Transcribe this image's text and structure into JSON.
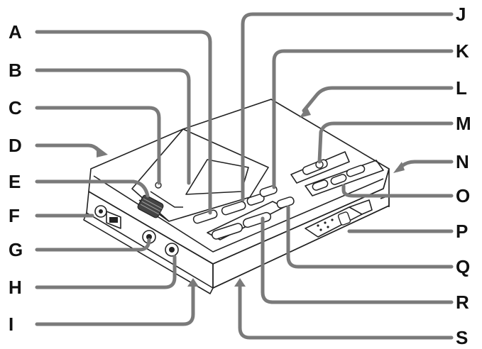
{
  "labels": {
    "A": "A",
    "B": "B",
    "C": "C",
    "D": "D",
    "E": "E",
    "F": "F",
    "G": "G",
    "H": "H",
    "I": "I",
    "J": "J",
    "K": "K",
    "L": "L",
    "M": "M",
    "N": "N",
    "O": "O",
    "P": "P",
    "Q": "Q",
    "R": "R",
    "S": "S"
  }
}
